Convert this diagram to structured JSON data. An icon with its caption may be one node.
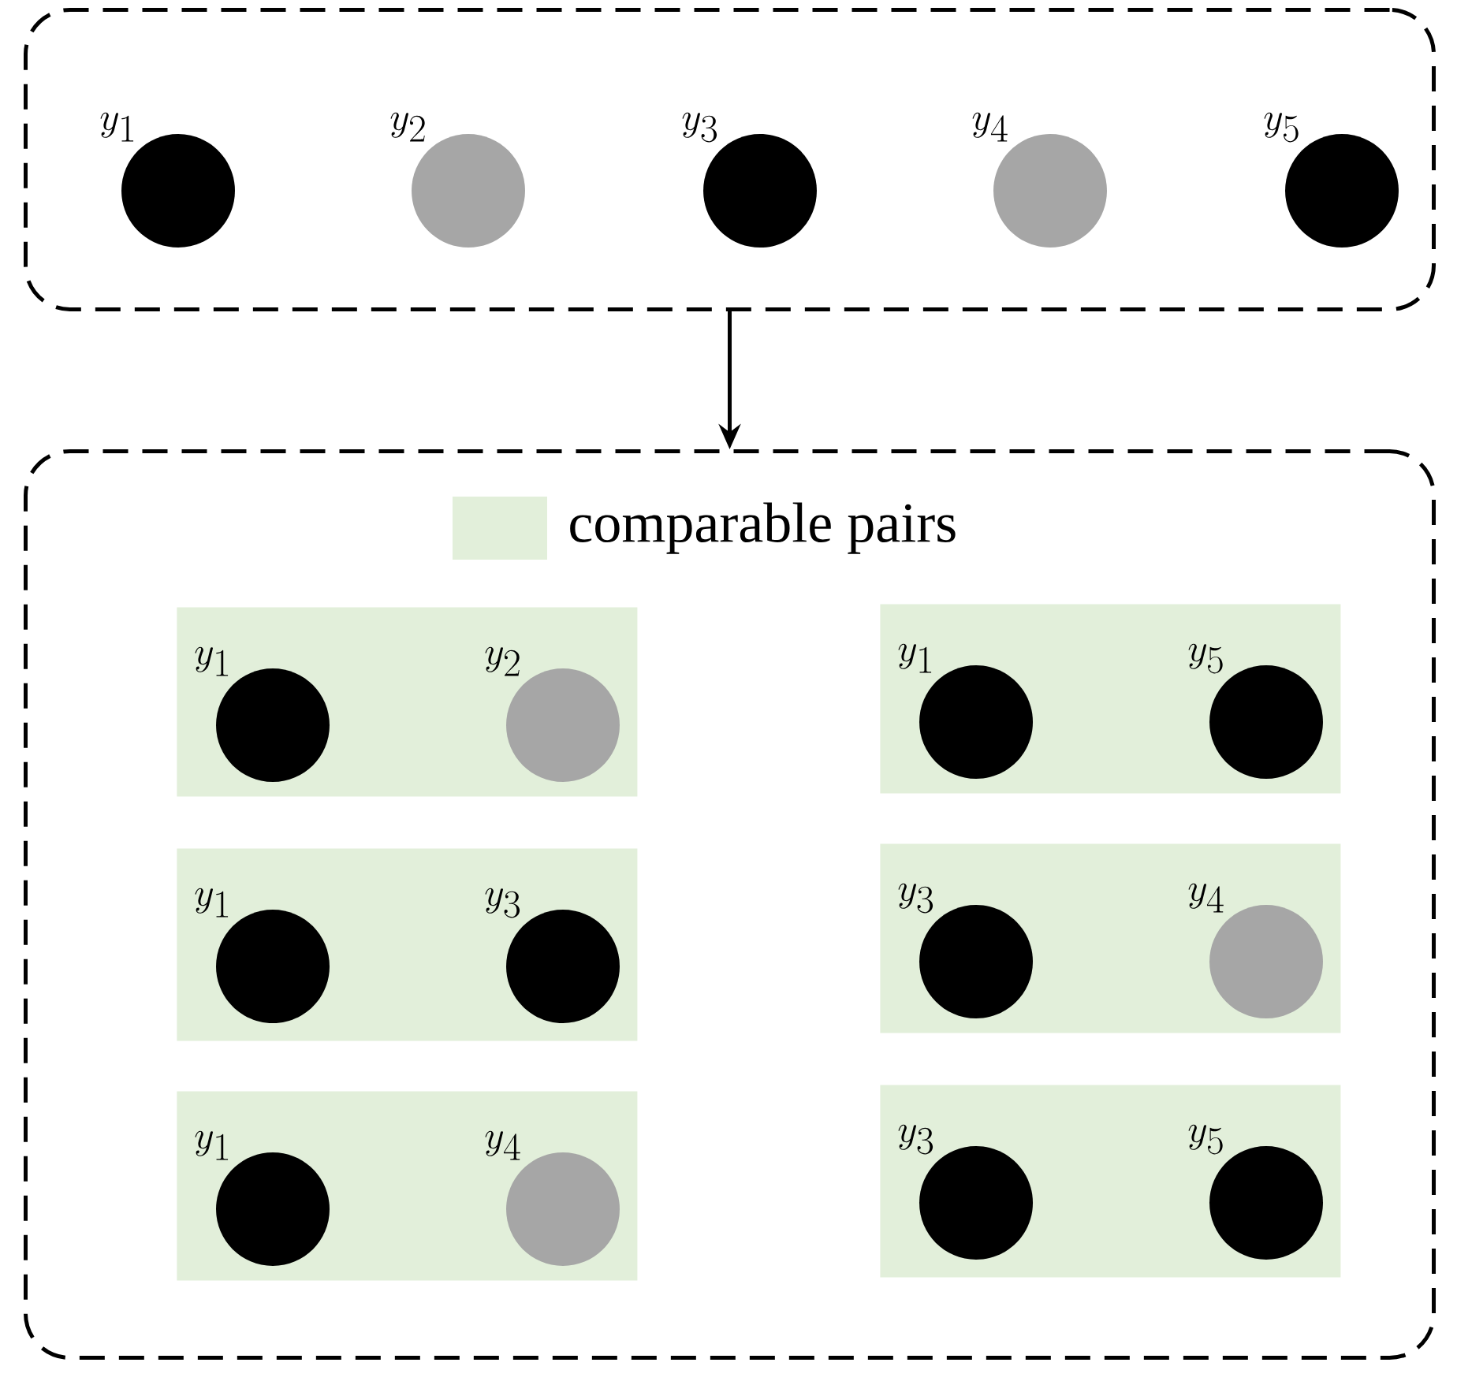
{
  "diagram": {
    "nodes": [
      {
        "text": [],
        "shape": "box"
      },
      {
        "text": [
          "y_{1}"
        ],
        "in": 0
      },
      {
        "text": [
          "y_{2}"
        ],
        "in": 0
      },
      {
        "text": [
          "y_{3}"
        ],
        "in": 0
      },
      {
        "text": [
          "y_{4}"
        ],
        "in": 0
      },
      {
        "text": [
          "y_{5}"
        ],
        "in": 0
      },
      {
        "text": [],
        "shape": "box"
      },
      {
        "text": [],
        "shape": "box",
        "in": 6
      },
      {
        "text": [
          "y_{1}"
        ],
        "in": 7
      },
      {
        "text": [
          "y_{2}"
        ],
        "in": 7
      },
      {
        "text": [],
        "shape": "box",
        "in": 6
      },
      {
        "text": [
          "y_{1}"
        ],
        "in": 10
      },
      {
        "text": [
          "y_{5}"
        ],
        "in": 10
      },
      {
        "text": [],
        "shape": "box",
        "in": 6
      },
      {
        "text": [
          "y_{1}"
        ],
        "in": 13
      },
      {
        "text": [
          "y_{3}"
        ],
        "in": 13
      },
      {
        "text": [],
        "shape": "box",
        "in": 6
      },
      {
        "text": [
          "y_{3}"
        ],
        "in": 16
      },
      {
        "text": [
          "y_{4}"
        ],
        "in": 16
      },
      {
        "text": [],
        "shape": "box",
        "in": 6
      },
      {
        "text": [
          "y_{1}"
        ],
        "in": 19
      },
      {
        "text": [
          "y_{4}"
        ],
        "in": 19
      },
      {
        "text": [],
        "shape": "box",
        "in": 6
      },
      {
        "text": [
          "y_{3}"
        ],
        "in": 22
      },
      {
        "text": [
          "y_{5}"
        ],
        "in": 22
      }
    ],
    "edges": [
      {
        "from": 0,
        "to": 6,
        "arrow": "to"
      }
    ],
    "legend": [
      {
        "text": "comparable pairs",
        "color": "#e2efda"
      }
    ]
  }
}
